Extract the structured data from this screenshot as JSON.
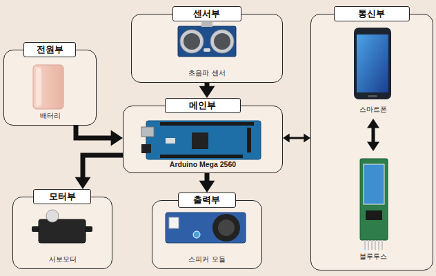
{
  "diagram": {
    "nodes": [
      {
        "text": [
          "센서부",
          "초음파 센서"
        ]
      },
      {
        "text": [
          "전원부",
          "배터리"
        ]
      },
      {
        "text": [
          "메인부",
          "Arduino Mega 2560"
        ]
      },
      {
        "text": [
          "통신부"
        ]
      },
      {
        "text": [
          "스마트폰"
        ],
        "in": 3
      },
      {
        "text": [
          "블루투스"
        ],
        "in": 3
      },
      {
        "text": [
          "모터부",
          "서보모터"
        ]
      },
      {
        "text": [
          "출력부",
          "스피커 모듈"
        ]
      }
    ],
    "edges": [
      {
        "from": 0,
        "to": 2,
        "arrow": "to"
      },
      {
        "from": 1,
        "to": 2,
        "arrow": "to"
      },
      {
        "from": 2,
        "to": 6,
        "arrow": "to"
      },
      {
        "from": 2,
        "to": 7,
        "arrow": "to"
      },
      {
        "from": 2,
        "to": 3,
        "arrow": "both"
      },
      {
        "from": 4,
        "to": 5,
        "arrow": "both"
      }
    ]
  }
}
